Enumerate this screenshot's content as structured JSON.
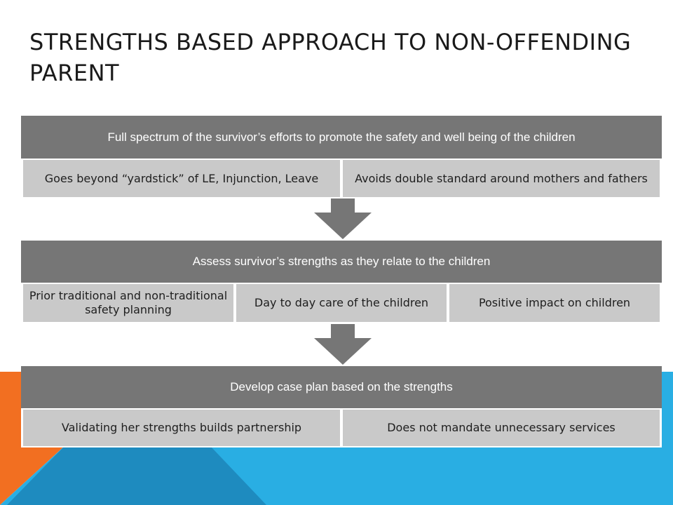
{
  "slide": {
    "title": "Strengths Based Approach to Non-Offending Parent",
    "colors": {
      "header_bg": "#767676",
      "sub_bg": "#c9c9c9",
      "arrow": "#767676",
      "orange_accent": "#f26f21",
      "blue_accent": "#29aee3",
      "dark_blue_accent": "#1e8bbf"
    }
  },
  "diagram": {
    "blocks": [
      {
        "header": "Full spectrum of the survivor’s efforts to promote the safety and well being of the children",
        "items": [
          "Goes beyond  “yardstick” of LE, Injunction, Leave",
          "Avoids double standard around mothers and fathers"
        ]
      },
      {
        "header": "Assess survivor’s strengths as they relate to the children",
        "items": [
          "Prior traditional and non-traditional safety planning",
          "Day to day care of the children",
          "Positive impact on children"
        ]
      },
      {
        "header": "Develop case plan based on the strengths",
        "items": [
          "Validating her strengths builds partnership",
          "Does not mandate unnecessary services"
        ]
      }
    ],
    "arrows": [
      "down-arrow-icon",
      "down-arrow-icon"
    ]
  }
}
